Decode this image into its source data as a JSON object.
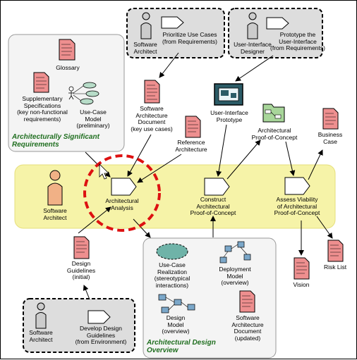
{
  "colors": {
    "workflow_band": "#f6f3a8",
    "focus_circle": "#dd1111",
    "document_red": "#ee8f8f",
    "role_orange": "#f1b186",
    "title_green": "#1f6e1f",
    "group_border": "#888888",
    "prototype_teal": "#2b5b66",
    "poc_green": "#a8d69a"
  },
  "groups": {
    "requirements_title": "Architecturally Significant\nRequirements",
    "design_overview_title": "Architectural Design\nOverview"
  },
  "artifacts": {
    "glossary": "Glossary",
    "supplementary_specs": "Supplementary\nSpecifications\n(key non-functional\nrequirements)",
    "use_case_model": "Use-Case\nModel\n(preliminary)",
    "software_architecture_document_key": "Software\nArchitecture\nDocument\n(key use cases)",
    "reference_architecture": "Reference\nArchitecture",
    "ui_prototype": "User-Interface\nPrototype",
    "architectural_poc": "Architectural\nProof-of-Concept",
    "business_case": "Business\nCase",
    "design_guidelines": "Design\nGuidelines\n(initial)",
    "use_case_realization": "Use-Case\nRealization\n(stereotypical\ninteractions)",
    "deployment_model": "Deployment\nModel\n(overview)",
    "design_model": "Design\nModel\n(overview)",
    "software_architecture_document_updated": "Software\nArchitecture\nDocument\n(updated)",
    "vision": "Vision",
    "risk_list": "Risk List"
  },
  "roles": {
    "architect_top": "Software\nArchitect",
    "ui_designer": "User-Interface\nDesigner",
    "architect_main": "Software\nArchitect",
    "architect_bottom": "Software\nArchitect"
  },
  "activities": {
    "prioritize_use_cases": "Prioritize Use Cases\n(from Requirements)",
    "prototype_ui": "Prototype the\nUser-Interface\n(from Requirements)",
    "architectural_analysis": "Architectural\nAnalysis",
    "construct_poc": "Construct\nArchitectural\nProof-of-Concept",
    "assess_viability": "Assess Viability\nof Architectural\nProof-of-Concept",
    "develop_design_guidelines": "Develop Design\nGuidelines\n(from Environment)"
  }
}
